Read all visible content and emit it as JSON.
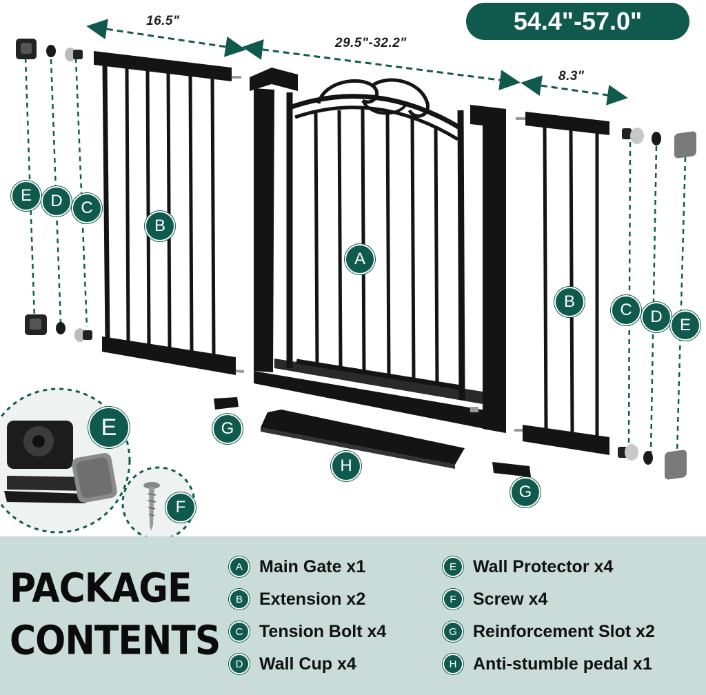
{
  "dimensions": {
    "total": "54.4\"-57.0\"",
    "left_extension": "16.5\"",
    "main_gate": "29.5\"-32.2\"",
    "right_extension": "8.3\""
  },
  "badges": {
    "main_gate": "A",
    "left_extension": "B",
    "right_extension": "B",
    "left_c": "C",
    "left_d": "D",
    "left_e": "E",
    "right_c": "C",
    "right_d": "D",
    "right_e": "E",
    "inset_e": "E",
    "inset_f": "F",
    "left_g": "G",
    "right_g": "G",
    "pedal_h": "H"
  },
  "package": {
    "title_line1": "PACKAGE",
    "title_line2": "CONTENTS",
    "items": [
      {
        "letter": "A",
        "text": "Main Gate x1"
      },
      {
        "letter": "B",
        "text": "Extension x2"
      },
      {
        "letter": "C",
        "text": "Tension Bolt x4"
      },
      {
        "letter": "D",
        "text": "Wall Cup x4"
      },
      {
        "letter": "E",
        "text": "Wall Protector x4"
      },
      {
        "letter": "F",
        "text": "Screw x4"
      },
      {
        "letter": "G",
        "text": "Reinforcement Slot x2"
      },
      {
        "letter": "H",
        "text": "Anti-stumble pedal x1"
      }
    ]
  },
  "colors": {
    "accent": "#0f5a4c",
    "panel": "#c9dcd8",
    "metal": "#141414"
  }
}
